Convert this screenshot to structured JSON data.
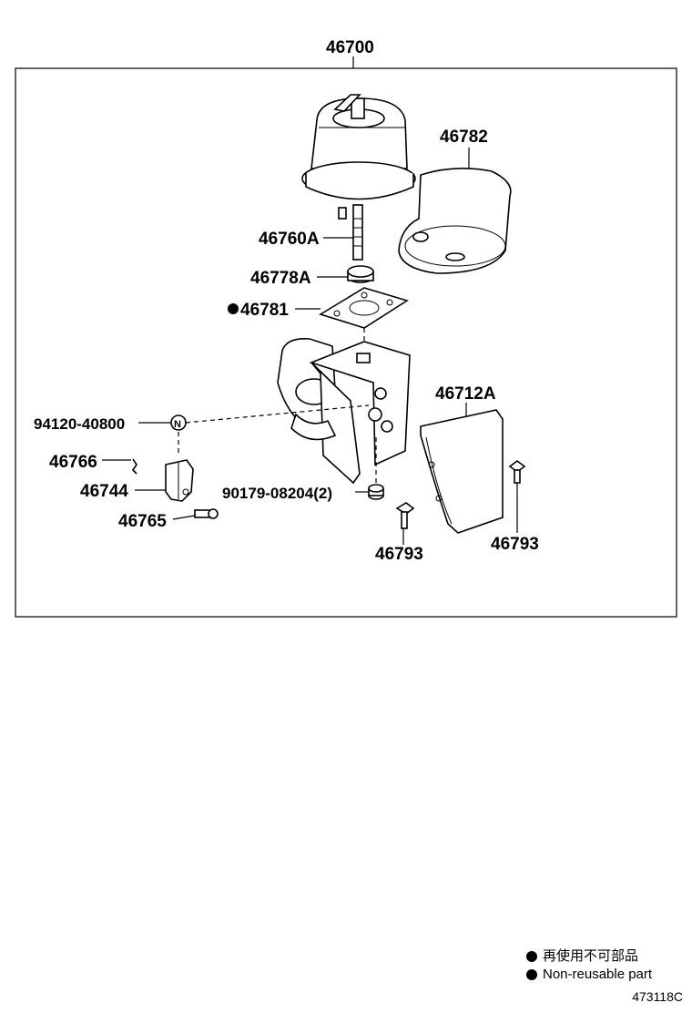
{
  "labels": {
    "assembly": "46700",
    "diaphragm_cover": "46782",
    "stud": "46760A",
    "grommet": "46778A",
    "gasket": "46781",
    "cover": "46712A",
    "nut": "94120-40800",
    "pin": "46766",
    "clevis": "46744",
    "clevis_pin": "46765",
    "washer_nut": "90179-08204(2)",
    "bolt_left": "46793",
    "bolt_right": "46793",
    "nut_marker": "N"
  },
  "legend": {
    "jp": "再使用不可部品",
    "en": "Non-reusable part"
  },
  "diagram_code": "473118C"
}
